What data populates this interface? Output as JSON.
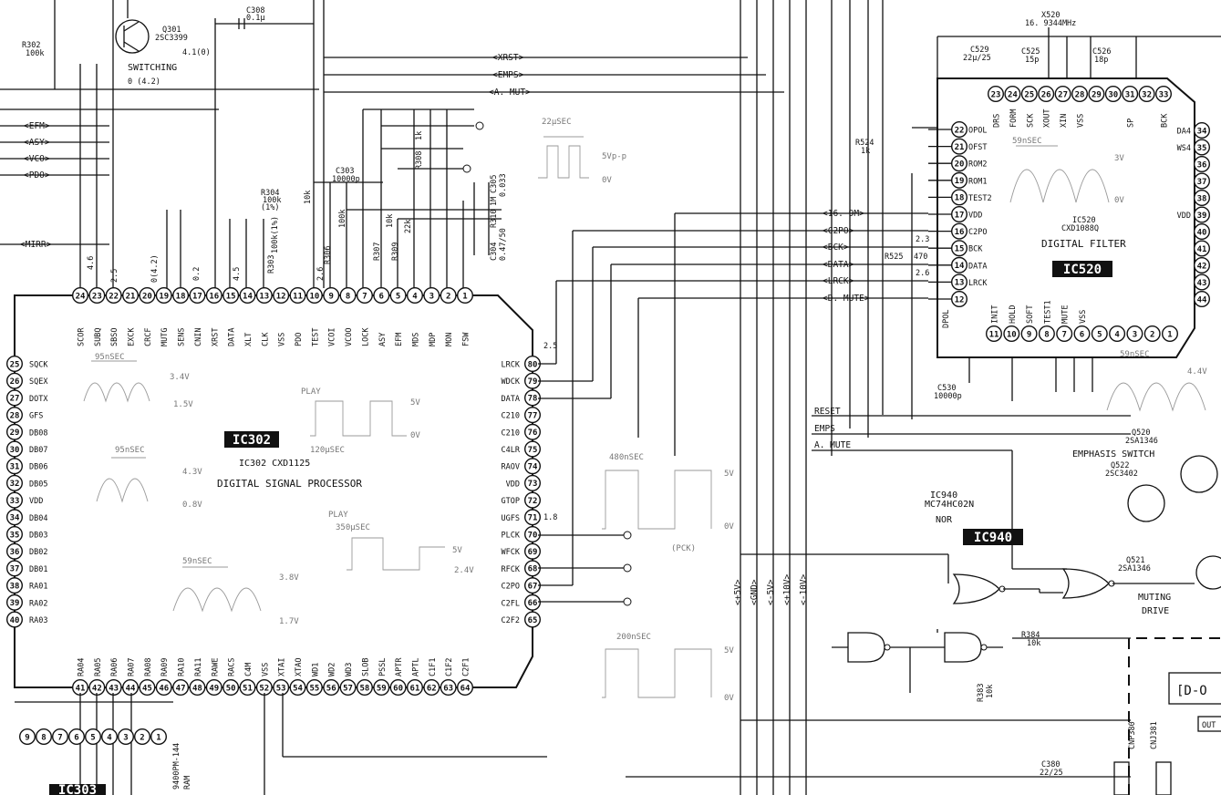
{
  "ic302": {
    "name_badge": "IC302",
    "part": "IC302 CXD1125",
    "description": "DIGITAL SIGNAL PROCESSOR",
    "top_pins": [
      {
        "n": "24",
        "label": "SCOR"
      },
      {
        "n": "23",
        "label": "SUBQ"
      },
      {
        "n": "22",
        "label": "SBSO"
      },
      {
        "n": "21",
        "label": "EXCK"
      },
      {
        "n": "20",
        "label": "CRCF"
      },
      {
        "n": "19",
        "label": "MUTG"
      },
      {
        "n": "18",
        "label": "SENS"
      },
      {
        "n": "17",
        "label": "CNIN"
      },
      {
        "n": "16",
        "label": "XRST"
      },
      {
        "n": "15",
        "label": "DATA"
      },
      {
        "n": "14",
        "label": "XLT"
      },
      {
        "n": "13",
        "label": "CLK"
      },
      {
        "n": "12",
        "label": "VSS"
      },
      {
        "n": "11",
        "label": "PDO"
      },
      {
        "n": "10",
        "label": "TEST"
      },
      {
        "n": "9",
        "label": "VCOI"
      },
      {
        "n": "8",
        "label": "VCOO"
      },
      {
        "n": "7",
        "label": "LOCK"
      },
      {
        "n": "6",
        "label": "ASY"
      },
      {
        "n": "5",
        "label": "EFM"
      },
      {
        "n": "4",
        "label": "MDS"
      },
      {
        "n": "3",
        "label": "MDP"
      },
      {
        "n": "2",
        "label": "MON"
      },
      {
        "n": "1",
        "label": "FSW"
      }
    ],
    "left_pins": [
      {
        "n": "25",
        "label": "SQCK"
      },
      {
        "n": "26",
        "label": "SQEX"
      },
      {
        "n": "27",
        "label": "DOTX"
      },
      {
        "n": "28",
        "label": "GFS"
      },
      {
        "n": "29",
        "label": "DB08"
      },
      {
        "n": "30",
        "label": "DB07"
      },
      {
        "n": "31",
        "label": "DB06"
      },
      {
        "n": "32",
        "label": "DB05"
      },
      {
        "n": "33",
        "label": "VDD"
      },
      {
        "n": "34",
        "label": "DB04"
      },
      {
        "n": "35",
        "label": "DB03"
      },
      {
        "n": "36",
        "label": "DB02"
      },
      {
        "n": "37",
        "label": "DB01"
      },
      {
        "n": "38",
        "label": "RA01"
      },
      {
        "n": "39",
        "label": "RA02"
      },
      {
        "n": "40",
        "label": "RA03"
      }
    ],
    "right_pins": [
      {
        "n": "80",
        "label": "LRCK"
      },
      {
        "n": "79",
        "label": "WDCK"
      },
      {
        "n": "78",
        "label": "DATA"
      },
      {
        "n": "77",
        "label": "C210"
      },
      {
        "n": "76",
        "label": "C210"
      },
      {
        "n": "75",
        "label": "C4LR"
      },
      {
        "n": "74",
        "label": "RAOV"
      },
      {
        "n": "73",
        "label": "VDD"
      },
      {
        "n": "72",
        "label": "GTOP"
      },
      {
        "n": "71",
        "label": "UGFS"
      },
      {
        "n": "70",
        "label": "PLCK"
      },
      {
        "n": "69",
        "label": "WFCK"
      },
      {
        "n": "68",
        "label": "RFCK"
      },
      {
        "n": "67",
        "label": "C2PO"
      },
      {
        "n": "66",
        "label": "C2FL"
      },
      {
        "n": "65",
        "label": "C2F2"
      }
    ],
    "bottom_pins": [
      {
        "n": "41",
        "label": "RA04"
      },
      {
        "n": "42",
        "label": "RA05"
      },
      {
        "n": "43",
        "label": "RA06"
      },
      {
        "n": "44",
        "label": "RA07"
      },
      {
        "n": "45",
        "label": "RA08"
      },
      {
        "n": "46",
        "label": "RA09"
      },
      {
        "n": "47",
        "label": "RA10"
      },
      {
        "n": "48",
        "label": "RA11"
      },
      {
        "n": "49",
        "label": "RAWE"
      },
      {
        "n": "50",
        "label": "RACS"
      },
      {
        "n": "51",
        "label": "C4M"
      },
      {
        "n": "52",
        "label": "VSS"
      },
      {
        "n": "53",
        "label": "XTAI"
      },
      {
        "n": "54",
        "label": "XTAO"
      },
      {
        "n": "55",
        "label": "WD1"
      },
      {
        "n": "56",
        "label": "WD2"
      },
      {
        "n": "57",
        "label": "WD3"
      },
      {
        "n": "58",
        "label": "SLOB"
      },
      {
        "n": "59",
        "label": "PSSL"
      },
      {
        "n": "60",
        "label": "APTR"
      },
      {
        "n": "61",
        "label": "APTL"
      },
      {
        "n": "62",
        "label": "C1F1"
      },
      {
        "n": "63",
        "label": "C1F2"
      },
      {
        "n": "64",
        "label": "C2F1"
      }
    ]
  },
  "ic520": {
    "name_badge": "IC520",
    "part": "IC520",
    "part2": "CXD1088Q",
    "description": "DIGITAL FILTER",
    "left_pins": [
      {
        "n": "22",
        "label": "OPOL"
      },
      {
        "n": "21",
        "label": "OFST"
      },
      {
        "n": "20",
        "label": "ROM2"
      },
      {
        "n": "19",
        "label": "ROM1"
      },
      {
        "n": "18",
        "label": "TEST2"
      },
      {
        "n": "17",
        "label": "VDD"
      },
      {
        "n": "16",
        "label": "C2PO"
      },
      {
        "n": "15",
        "label": "BCK"
      },
      {
        "n": "14",
        "label": "DATA"
      },
      {
        "n": "13",
        "label": "LRCK"
      },
      {
        "n": "12",
        "label": ""
      }
    ],
    "top_pins": [
      {
        "n": "23",
        "label": "DRS"
      },
      {
        "n": "24",
        "label": "FORM"
      },
      {
        "n": "25",
        "label": "SCK"
      },
      {
        "n": "26",
        "label": "XOUT"
      },
      {
        "n": "27",
        "label": "XIN"
      },
      {
        "n": "28",
        "label": "VSS"
      },
      {
        "n": "29",
        "label": ""
      },
      {
        "n": "30",
        "label": ""
      },
      {
        "n": "31",
        "label": "SP"
      },
      {
        "n": "32",
        "label": ""
      },
      {
        "n": "33",
        "label": "BCK"
      }
    ],
    "bottom_pins": [
      {
        "n": "11",
        "label": "INIT"
      },
      {
        "n": "10",
        "label": "HOLD"
      },
      {
        "n": "9",
        "label": "SOFT"
      },
      {
        "n": "8",
        "label": "TEST1"
      },
      {
        "n": "7",
        "label": "MUTE"
      },
      {
        "n": "6",
        "label": "VSS"
      },
      {
        "n": "5",
        "label": ""
      },
      {
        "n": "4",
        "label": ""
      },
      {
        "n": "3",
        "label": ""
      },
      {
        "n": "2",
        "label": ""
      },
      {
        "n": "1",
        "label": ""
      }
    ],
    "right_pins": [
      {
        "n": "34",
        "label": "DA4"
      },
      {
        "n": "35",
        "label": "WS4"
      },
      {
        "n": "36",
        "label": ""
      },
      {
        "n": "37",
        "label": ""
      },
      {
        "n": "38",
        "label": ""
      },
      {
        "n": "39",
        "label": "VDD"
      },
      {
        "n": "40",
        "label": ""
      },
      {
        "n": "41",
        "label": ""
      },
      {
        "n": "42",
        "label": ""
      },
      {
        "n": "43",
        "label": ""
      },
      {
        "n": "44",
        "label": ""
      }
    ],
    "left_extra": "DPOL"
  },
  "ic940": {
    "name_badge": "IC940",
    "ref": "IC940",
    "part": "MC74HC02N",
    "func": "NOR"
  },
  "left_signals": [
    "<EFM>",
    "<ASY>",
    "<VCO>",
    "<PDO>",
    "<MIRR>"
  ],
  "top_signals": [
    "<XRST>",
    "<EMPS>",
    "<A. MUT>"
  ],
  "mid_signals": [
    "<16. 9M>",
    "<C2PO>",
    "<BCK>",
    "<DATA>",
    "<LRCK>",
    "<D. MUTE>"
  ],
  "bus_lines": [
    "RESET",
    "EMPS",
    "A. MUTE"
  ],
  "rails": [
    "<+5V>",
    "<GND>",
    "<-5V>",
    "<+10V>",
    "<-10V>"
  ],
  "components": {
    "q301_ref": "Q301",
    "q301_part": "2SC3399",
    "q301_func": "SWITCHING",
    "q301_v": "4.1(0)",
    "r302": "R302",
    "r302_v": "100k",
    "c308": "C308",
    "c308_v": "0.1μ",
    "c303": "C303",
    "c303_v": "10000p",
    "r304": "R304",
    "r304_v": "100k",
    "r304_v2": "(1%)",
    "r304_v3": "100k(1%)",
    "r303": "R303",
    "r306": "R306",
    "r306_v": "100k",
    "r307": "R307",
    "r307_v": "10k",
    "r308": "R308",
    "r308_v": "1k",
    "r309": "R309",
    "r309_v": "22k",
    "r310": "R310",
    "r310_v": "1M",
    "c304": "C304",
    "c304_v": "0.47/50",
    "c305": "C305",
    "c305_v": "0.033",
    "r305_v": "10k",
    "x520": "X520",
    "x520_v": "16. 9344MHz",
    "c529": "C529",
    "c529_v": "22μ/25",
    "c525": "C525",
    "c525_v": "15p",
    "c526": "C526",
    "c526_v": "18p",
    "r524": "R524",
    "r524_v": "1k",
    "r525": "R525",
    "r525_v": "470",
    "c530": "C530",
    "c530_v": "10000p",
    "q520": "Q520",
    "q520_part": "2SA1346",
    "q522": "Q522",
    "q522_part": "2SC3402",
    "emph": "EMPHASIS SWITCH",
    "q521": "Q521",
    "q521_part": "2SA1346",
    "mute1": "MUTING",
    "mute2": "DRIVE",
    "r384": "R384",
    "r384_v": "10k",
    "r383": "R383",
    "r383_v": "10k",
    "c380": "C380",
    "c380_v": "22/25",
    "cnp380": "CNP380",
    "cnj381": "CNJ381",
    "ram_part": "9400PM-144",
    "ram_type": "RAM",
    "ic303": "IC303",
    "conn_label": "[D-O",
    "out_label": "OUT"
  },
  "waveforms": [
    {
      "time": "22μSEC",
      "level": "5Vp-p",
      "zero": "0V"
    },
    {
      "time": "95nSEC",
      "hi": "3.4V",
      "lo": "1.5V"
    },
    {
      "time": "95nSEC",
      "hi": "4.3V",
      "lo": "0.8V"
    },
    {
      "time": "PLAY",
      "period": "120μSEC",
      "hi": "5V",
      "lo": "0V"
    },
    {
      "time": "PLAY",
      "period": "350μSEC",
      "hi": "5V",
      "lo": "2.4V"
    },
    {
      "time": "59nSEC",
      "hi": "3.8V",
      "lo": "1.7V"
    },
    {
      "time": "59nSEC",
      "hi": "3V",
      "lo": "0V"
    },
    {
      "time": "480nSEC",
      "hi": "5V",
      "lo": "0V"
    },
    {
      "time": "200nSEC",
      "hi": "5V",
      "lo": "0V"
    },
    {
      "time": "59nSEC",
      "hi": "4.4V"
    }
  ],
  "pck_label": "(PCK)",
  "pin_voltages": {
    "v_4_6": "4.6",
    "v_2_5": "2.5",
    "v_0_42": "0(4.2)",
    "v_0_2": "0.2",
    "v_4_5": "4.5",
    "v_2_6": "2.6",
    "v_2_5b": "2.5",
    "v_1_8": "1.8",
    "v_2_6b": "2.6",
    "v_2_3": "2.3",
    "v_4_0": "4.1(0)",
    "v_0_4": "0 (4.2)"
  }
}
